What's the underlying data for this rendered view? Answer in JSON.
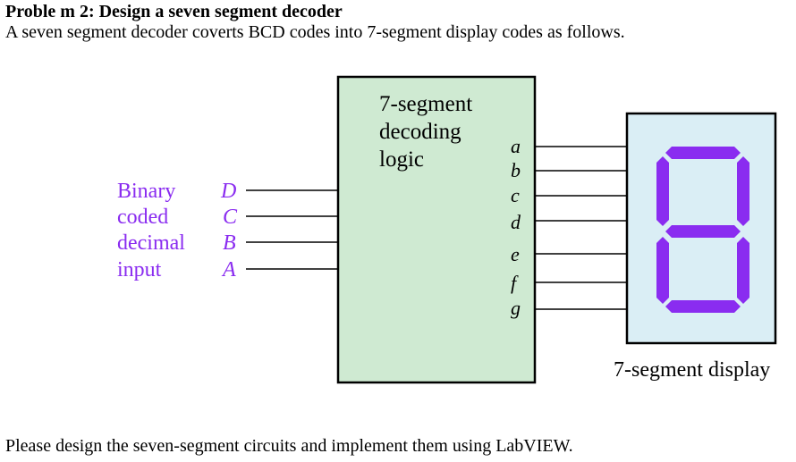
{
  "header": {
    "title": "Proble m 2: Design a seven segment decoder",
    "intro": "A seven segment decoder coverts BCD codes into 7-segment display codes as follows."
  },
  "diagram": {
    "decoder_label": [
      "7-segment",
      "decoding",
      "logic"
    ],
    "input_group_label": [
      "Binary",
      "coded",
      "decimal",
      "input"
    ],
    "inputs": [
      "D",
      "C",
      "B",
      "A"
    ],
    "outputs": [
      "a",
      "b",
      "c",
      "d",
      "e",
      "f",
      "g"
    ],
    "display_caption": "7-segment display",
    "colors": {
      "decoder_fill": "#cfead2",
      "display_fill": "#daeef5",
      "segment": "#8a2cf0",
      "input_text": "#8a2cf0",
      "line": "#000000"
    }
  },
  "footer": {
    "text": "Please design the seven-segment circuits and implement them using LabVIEW."
  }
}
